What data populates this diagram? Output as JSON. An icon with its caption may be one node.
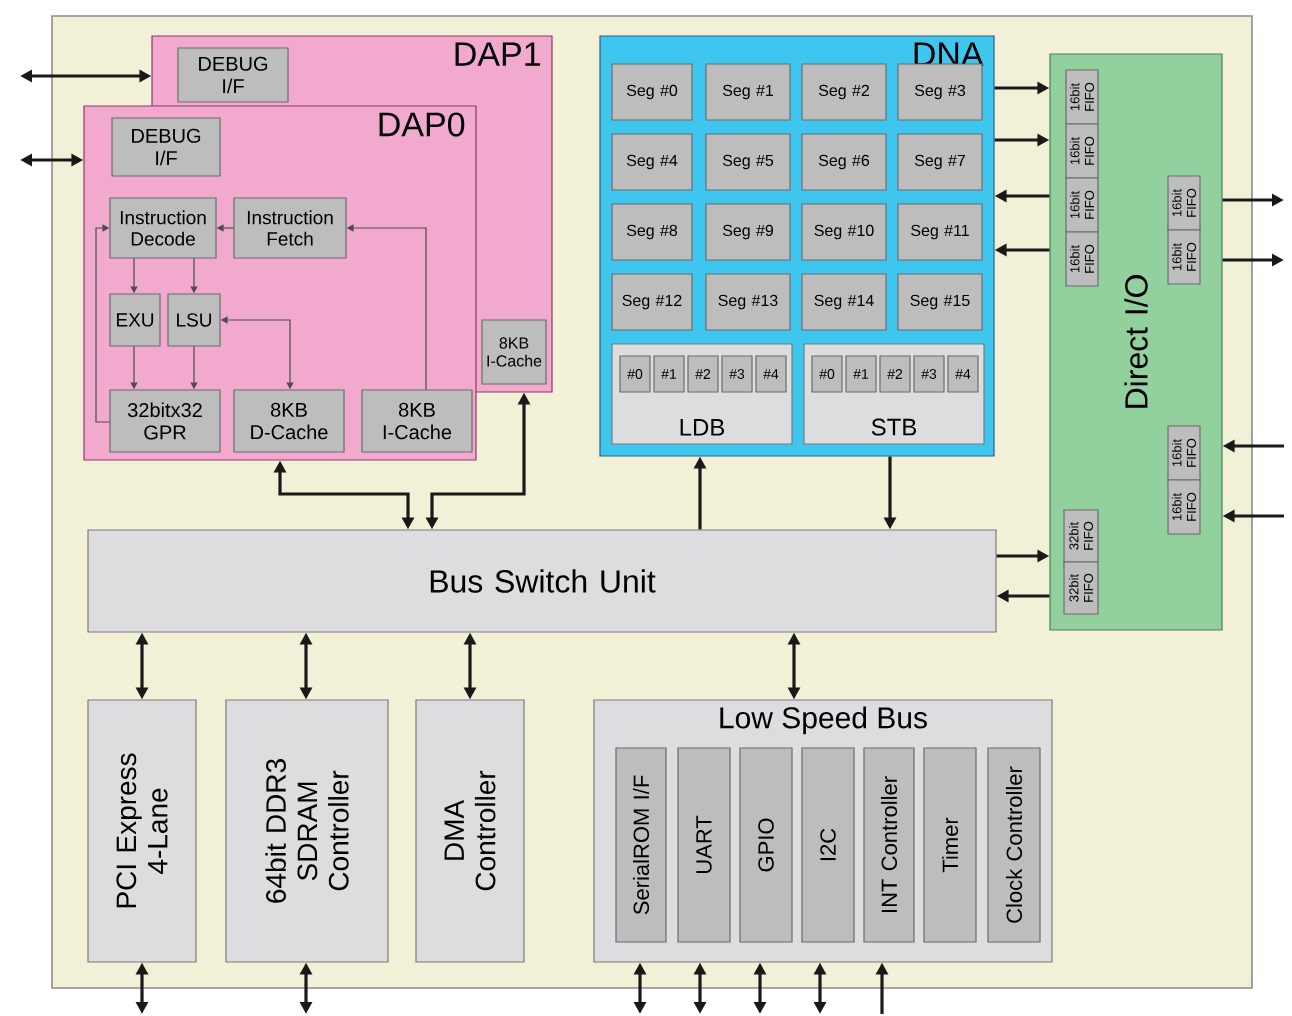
{
  "diagram": {
    "nodes": [
      {
        "text": [
          "DAP1"
        ]
      },
      {
        "text": [
          "DEBUG I/F"
        ],
        "in": 0
      },
      {
        "text": [
          "8KB I-Cache"
        ],
        "in": 0
      },
      {
        "text": [
          "DAP0"
        ]
      },
      {
        "text": [
          "DEBUG I/F"
        ],
        "in": 3
      },
      {
        "text": [
          "Instruction Decode"
        ],
        "in": 3
      },
      {
        "text": [
          "Instruction Fetch"
        ]
      },
      {
        "text": [
          "EXU"
        ],
        "in": 3
      },
      {
        "text": [
          "LSU"
        ]
      },
      {
        "text": [
          "32bitx32 GPR"
        ],
        "in": 3
      },
      {
        "text": [
          "8KB D-Cache"
        ],
        "in": 3
      },
      {
        "text": [
          "8KB I-Cache"
        ],
        "in": 3
      },
      {
        "text": [
          "DNA"
        ]
      },
      {
        "text": [
          "Seg #0"
        ],
        "in": 12
      },
      {
        "text": [
          "Seg #1"
        ],
        "in": 12
      },
      {
        "text": [
          "Seg #2"
        ],
        "in": 12
      },
      {
        "text": [
          "Seg #3"
        ],
        "in": 12
      },
      {
        "text": [
          "Seg #4"
        ],
        "in": 12
      },
      {
        "text": [
          "Seg #5"
        ],
        "in": 12
      },
      {
        "text": [
          "Seg #6"
        ],
        "in": 12
      },
      {
        "text": [
          "Seg #7"
        ],
        "in": 12
      },
      {
        "text": [
          "Seg #8"
        ],
        "in": 12
      },
      {
        "text": [
          "Seg #9"
        ],
        "in": 12
      },
      {
        "text": [
          "Seg #10"
        ],
        "in": 12
      },
      {
        "text": [
          "Seg #11"
        ],
        "in": 12
      },
      {
        "text": [
          "Seg #12"
        ],
        "in": 12
      },
      {
        "text": [
          "Seg #13"
        ],
        "in": 12
      },
      {
        "text": [
          "Seg #14"
        ],
        "in": 12
      },
      {
        "text": [
          "Seg #15"
        ],
        "in": 12
      },
      {
        "text": [
          "LDB"
        ],
        "in": 12
      },
      {
        "text": [
          "#0"
        ],
        "in": 29
      },
      {
        "text": [
          "#1"
        ],
        "in": 29
      },
      {
        "text": [
          "#2"
        ],
        "in": 29
      },
      {
        "text": [
          "#3"
        ],
        "in": 29
      },
      {
        "text": [
          "#4"
        ],
        "in": 29
      },
      {
        "text": [
          "STB"
        ],
        "in": 12
      },
      {
        "text": [
          "#0"
        ],
        "in": 35
      },
      {
        "text": [
          "#1"
        ],
        "in": 35
      },
      {
        "text": [
          "#2"
        ],
        "in": 35
      },
      {
        "text": [
          "#3"
        ],
        "in": 35
      },
      {
        "text": [
          "#4"
        ],
        "in": 35
      },
      {
        "text": [
          "Direct I/O"
        ]
      },
      {
        "text": [
          "16bit FIFO"
        ],
        "in": 41
      },
      {
        "text": [
          "16bit FIFO"
        ],
        "in": 41
      },
      {
        "text": [
          "16bit FIFO"
        ],
        "in": 41
      },
      {
        "text": [
          "16bit FIFO"
        ],
        "in": 41
      },
      {
        "text": [
          "16bit FIFO"
        ],
        "in": 41
      },
      {
        "text": [
          "16bit FIFO"
        ],
        "in": 41
      },
      {
        "text": [
          "16bit FIFO"
        ],
        "in": 41
      },
      {
        "text": [
          "16bit FIFO"
        ],
        "in": 41
      },
      {
        "text": [
          "32bit FIFO"
        ],
        "in": 41
      },
      {
        "text": [
          "32bit FIFO"
        ],
        "in": 41
      },
      {
        "text": [
          "Bus Switch Unit"
        ]
      },
      {
        "text": [
          "PCI Express 4-Lane"
        ]
      },
      {
        "text": [
          "64bit DDR3 SDRAM Controller"
        ]
      },
      {
        "text": [
          "DMA Controller"
        ]
      },
      {
        "text": [
          "Low Speed Bus"
        ]
      },
      {
        "text": [
          "SerialROM I/F"
        ],
        "in": 56
      },
      {
        "text": [
          "UART"
        ],
        "in": 56
      },
      {
        "text": [
          "GPIO"
        ],
        "in": 56
      },
      {
        "text": [
          "I2C"
        ],
        "in": 56
      },
      {
        "text": [
          "INT Controller"
        ],
        "in": 56
      },
      {
        "text": [
          "Timer"
        ],
        "in": 56
      },
      {
        "text": [
          "Clock Controller"
        ],
        "in": 56
      }
    ],
    "edges": [
      {
        "from": null,
        "to": 0,
        "arrow": "both"
      },
      {
        "from": null,
        "to": 3,
        "arrow": "both"
      },
      {
        "from": 6,
        "to": 5,
        "arrow": "to"
      },
      {
        "from": 5,
        "to": 7,
        "arrow": "to"
      },
      {
        "from": 5,
        "to": 8,
        "arrow": "to"
      },
      {
        "from": 7,
        "to": 9,
        "arrow": "to"
      },
      {
        "from": 8,
        "to": 9,
        "arrow": "to"
      },
      {
        "from": 9,
        "to": 5,
        "arrow": "to"
      },
      {
        "from": 8,
        "to": 10,
        "arrow": "both"
      },
      {
        "from": 11,
        "to": 6,
        "arrow": "to"
      },
      {
        "from": 3,
        "to": 52,
        "arrow": "both"
      },
      {
        "from": 0,
        "to": 52,
        "arrow": "both"
      },
      {
        "from": 52,
        "to": 12,
        "arrow": "to"
      },
      {
        "from": 12,
        "to": 52,
        "arrow": "to"
      },
      {
        "from": 12,
        "to": 41,
        "arrow": "to"
      },
      {
        "from": 12,
        "to": 41,
        "arrow": "to"
      },
      {
        "from": 41,
        "to": 12,
        "arrow": "to"
      },
      {
        "from": 41,
        "to": 12,
        "arrow": "to"
      },
      {
        "from": 41,
        "to": null,
        "arrow": "to"
      },
      {
        "from": 41,
        "to": null,
        "arrow": "to"
      },
      {
        "from": null,
        "to": 41,
        "arrow": "to"
      },
      {
        "from": null,
        "to": 41,
        "arrow": "to"
      },
      {
        "from": 52,
        "to": 41,
        "arrow": "to"
      },
      {
        "from": 41,
        "to": 52,
        "arrow": "to"
      },
      {
        "from": 52,
        "to": 53,
        "arrow": "both"
      },
      {
        "from": 52,
        "to": 54,
        "arrow": "both"
      },
      {
        "from": 52,
        "to": 55,
        "arrow": "both"
      },
      {
        "from": 52,
        "to": 56,
        "arrow": "both"
      },
      {
        "from": 53,
        "to": null,
        "arrow": "both"
      },
      {
        "from": 54,
        "to": null,
        "arrow": "both"
      },
      {
        "from": 56,
        "to": null,
        "arrow": "both"
      },
      {
        "from": 56,
        "to": null,
        "arrow": "both"
      },
      {
        "from": 56,
        "to": null,
        "arrow": "both"
      },
      {
        "from": 56,
        "to": null,
        "arrow": "both"
      },
      {
        "from": null,
        "to": 56,
        "arrow": "to"
      }
    ]
  }
}
